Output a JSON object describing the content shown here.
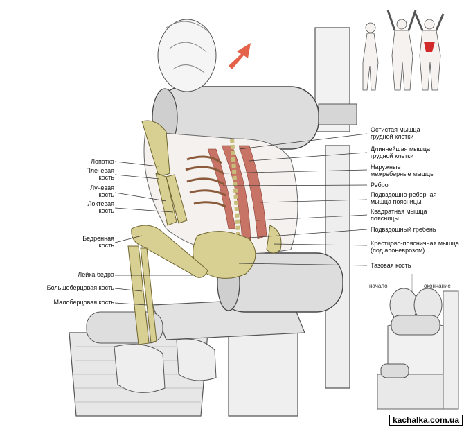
{
  "labels_left": [
    "Лопатка",
    "Плечевая\nкость",
    "Лучевая\nкость",
    "Локтевая\nкость",
    "Бедренная\nкость",
    "Лейка бедра",
    "Большеберцовая кость",
    "Малоберцовая кость"
  ],
  "labels_right": [
    "Остистая мышца\nгрудной клетки",
    "Длиннейшая мышца\nгрудной клетки",
    "Наружные\nмежреберные мышцы",
    "Ребро",
    "Подвздошно-реберная\nмышца поясницы",
    "Квадратная мышца\nпоясницы",
    "Подвздошный гребень",
    "Крестцово-поясничная мышца\n(под апоневрозом)",
    "Тазовая кость"
  ],
  "inset": {
    "start_label": "начало",
    "end_label": "окончание"
  },
  "watermark": "kachalka.com.ua",
  "colors": {
    "bone": "#d8cf92",
    "muscle": "#b84a3a",
    "arrow": "#e5624a",
    "highlight": "#d02a2a"
  }
}
